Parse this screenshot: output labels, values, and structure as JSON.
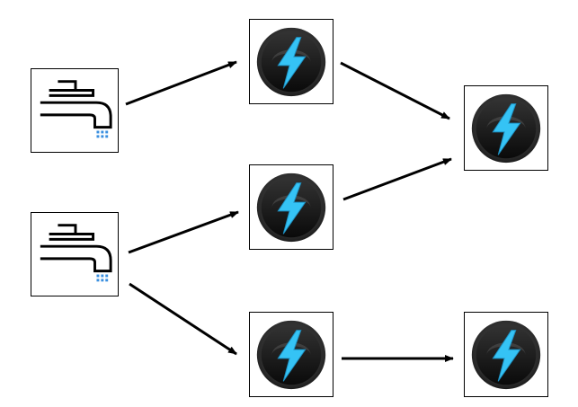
{
  "diagram": {
    "nodes": [
      {
        "id": "source-1",
        "kind": "source",
        "icon": "faucet-icon"
      },
      {
        "id": "source-2",
        "kind": "source",
        "icon": "faucet-icon"
      },
      {
        "id": "bolt-1",
        "kind": "operator",
        "icon": "lightning-bolt-icon"
      },
      {
        "id": "bolt-2",
        "kind": "operator",
        "icon": "lightning-bolt-icon"
      },
      {
        "id": "bolt-3",
        "kind": "operator",
        "icon": "lightning-bolt-icon"
      },
      {
        "id": "bolt-4",
        "kind": "operator",
        "icon": "lightning-bolt-icon"
      },
      {
        "id": "bolt-5",
        "kind": "operator",
        "icon": "lightning-bolt-icon"
      }
    ],
    "edges": [
      {
        "from": "source-1",
        "to": "bolt-1"
      },
      {
        "from": "source-2",
        "to": "bolt-2"
      },
      {
        "from": "source-2",
        "to": "bolt-3"
      },
      {
        "from": "bolt-1",
        "to": "bolt-4"
      },
      {
        "from": "bolt-2",
        "to": "bolt-4"
      },
      {
        "from": "bolt-3",
        "to": "bolt-5"
      }
    ],
    "colors": {
      "arrow": "#000000",
      "border": "#000000",
      "water": "#3a8fe0",
      "bolt": "#35c3f5",
      "disc": "#1c1c1c"
    }
  }
}
